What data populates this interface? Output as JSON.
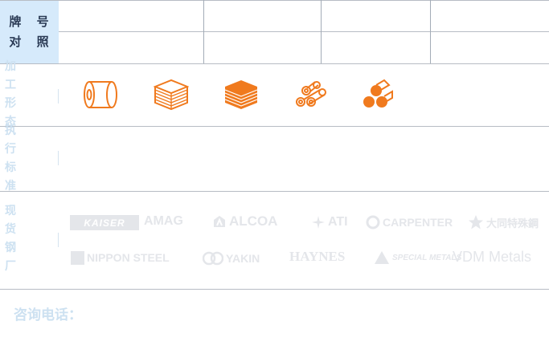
{
  "grade_header": {
    "line1": "牌 号",
    "line2": "对 照"
  },
  "rows": {
    "processing_form": {
      "label_line1": "加 工",
      "label_line2": "形 态",
      "icons": [
        "coil-icon",
        "sheet-stack-outline-icon",
        "plate-stack-icon",
        "bar-bundle-outline-icon",
        "bar-bundle-solid-icon"
      ]
    },
    "standard": {
      "label_line1": "执 行",
      "label_line2": "标 准"
    },
    "stock_mills": {
      "label_line1": "现 货",
      "label_line2": "钢 厂",
      "logos": [
        {
          "text": "KAISER",
          "icon": "kaiser-logo"
        },
        {
          "text": "AMAG",
          "icon": "amag-logo"
        },
        {
          "text": "ALCOA",
          "icon": "alcoa-logo"
        },
        {
          "text": "ATI",
          "icon": "ati-logo"
        },
        {
          "text": "CARPENTER",
          "icon": "carpenter-logo"
        },
        {
          "text": "大同特殊鋼",
          "icon": "daido-logo"
        },
        {
          "text": "NIPPON STEEL",
          "icon": "nippon-steel-logo"
        },
        {
          "text": "YAKIN",
          "icon": "yakin-logo"
        },
        {
          "text": "HAYNES",
          "icon": "haynes-logo"
        },
        {
          "text": "SPECIAL METALS",
          "icon": "special-metals-logo"
        },
        {
          "text": "VDM Metals",
          "icon": "vdm-metals-logo"
        }
      ]
    }
  },
  "contact": {
    "label": "咨询电话："
  },
  "colors": {
    "accent": "#f07a1e",
    "header_bg": "#d6eafb",
    "label": "#cde1f1",
    "logo": "#e4e6ea"
  }
}
